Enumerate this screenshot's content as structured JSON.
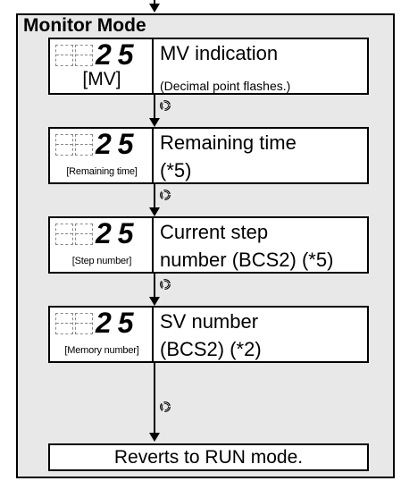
{
  "monitor_mode": {
    "title": "Monitor Mode",
    "display_value": "25",
    "items": [
      {
        "sub_label": "[MV]",
        "line1": "MV indication",
        "line2": "(Decimal point flashes.)"
      },
      {
        "sub_label": "[Remaining time]",
        "line1": "Remaining time",
        "line2": "(*5)"
      },
      {
        "sub_label": "[Step number]",
        "line1": "Current step",
        "line2": "number (BCS2) (*5)"
      },
      {
        "sub_label": "[Memory number]",
        "line1": "SV number",
        "line2": "(BCS2) (*2)"
      }
    ],
    "final": "Reverts to RUN mode.",
    "cycle_icon": "cycle-icon"
  }
}
